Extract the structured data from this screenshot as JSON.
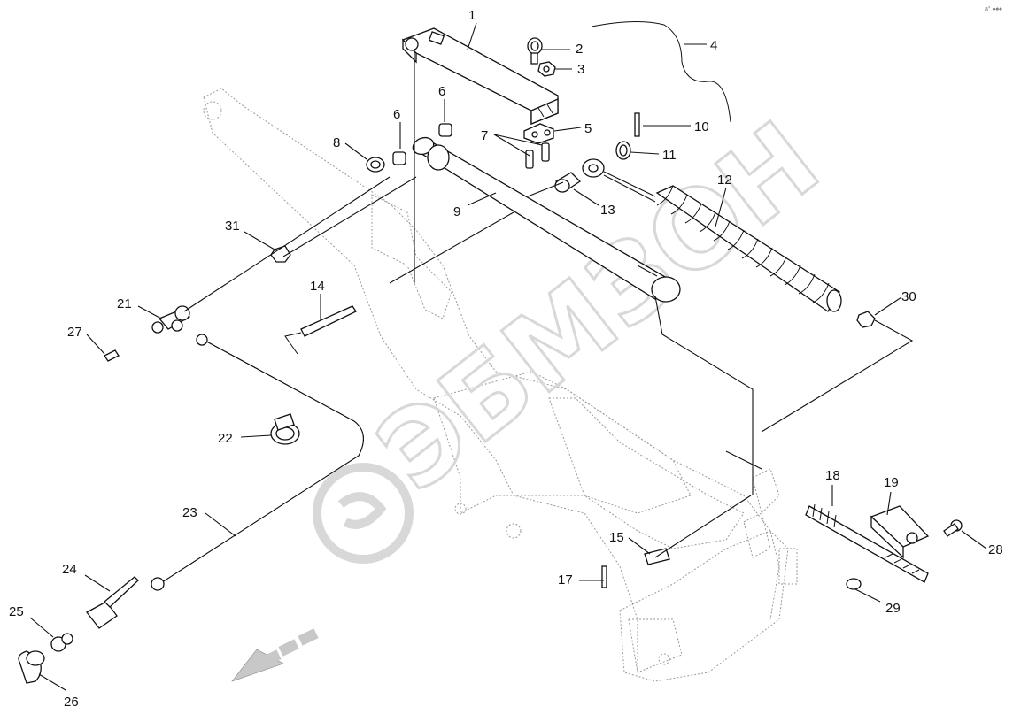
{
  "watermark": {
    "text": "ЭБМЗОН"
  },
  "corner_mark": "a° ♠♠♠",
  "parts": [
    {
      "id": "p1",
      "label": "1"
    },
    {
      "id": "p2",
      "label": "2"
    },
    {
      "id": "p3",
      "label": "3"
    },
    {
      "id": "p4",
      "label": "4"
    },
    {
      "id": "p5",
      "label": "5"
    },
    {
      "id": "p6a",
      "label": "6"
    },
    {
      "id": "p6b",
      "label": "6"
    },
    {
      "id": "p7",
      "label": "7"
    },
    {
      "id": "p8",
      "label": "8"
    },
    {
      "id": "p9",
      "label": "9"
    },
    {
      "id": "p10",
      "label": "10"
    },
    {
      "id": "p11",
      "label": "11"
    },
    {
      "id": "p12",
      "label": "12"
    },
    {
      "id": "p13",
      "label": "13"
    },
    {
      "id": "p14",
      "label": "14"
    },
    {
      "id": "p15",
      "label": "15"
    },
    {
      "id": "p17",
      "label": "17"
    },
    {
      "id": "p18",
      "label": "18"
    },
    {
      "id": "p19",
      "label": "19"
    },
    {
      "id": "p21",
      "label": "21"
    },
    {
      "id": "p22",
      "label": "22"
    },
    {
      "id": "p23",
      "label": "23"
    },
    {
      "id": "p24",
      "label": "24"
    },
    {
      "id": "p25",
      "label": "25"
    },
    {
      "id": "p26",
      "label": "26"
    },
    {
      "id": "p27",
      "label": "27"
    },
    {
      "id": "p28",
      "label": "28"
    },
    {
      "id": "p29",
      "label": "29"
    },
    {
      "id": "p30",
      "label": "30"
    },
    {
      "id": "p31",
      "label": "31"
    }
  ]
}
